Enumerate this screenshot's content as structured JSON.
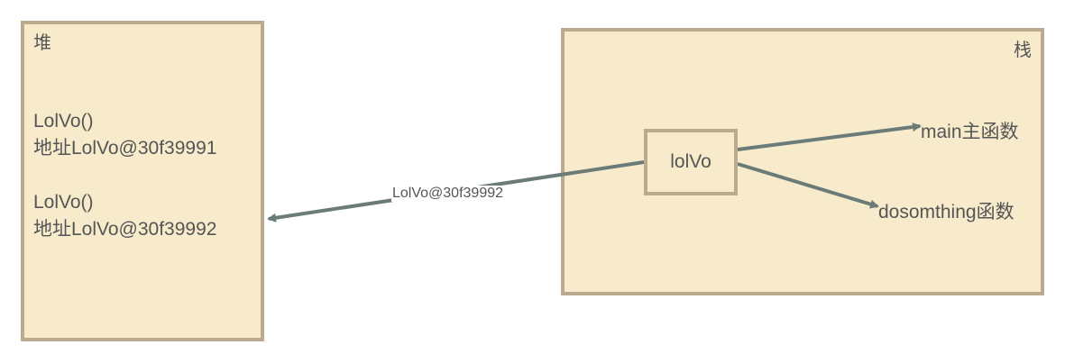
{
  "heap": {
    "title": "堆",
    "objects": [
      {
        "line1": "LolVo()",
        "line2": "地址LolVo@30f39991"
      },
      {
        "line1": "LolVo()",
        "line2": "地址LolVo@30f39992"
      }
    ]
  },
  "stack": {
    "title": "栈",
    "variable": "lolVo",
    "frames": [
      {
        "label": "main主函数"
      },
      {
        "label": "dosomthing函数"
      }
    ]
  },
  "reference_edge_label": "LolVo@30f39992",
  "colors": {
    "box_fill": "#f7ebcc",
    "box_border": "#b8ab8f",
    "arrow": "#6b7b78",
    "text": "#555555"
  }
}
